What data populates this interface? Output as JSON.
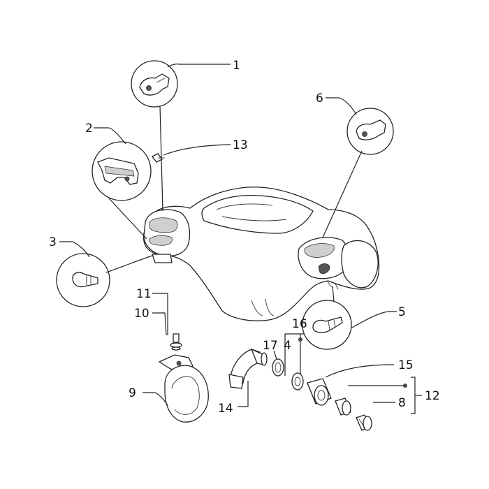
{
  "diagram": {
    "labels": {
      "l1": "1",
      "l2": "2",
      "l3": "3",
      "l4": "4",
      "l5": "5",
      "l6": "6",
      "l8": "8",
      "l9": "9",
      "l10": "10",
      "l11": "11",
      "l12": "12",
      "l13": "13",
      "l14": "14",
      "l15": "15",
      "l16": "16",
      "l17": "17"
    }
  }
}
